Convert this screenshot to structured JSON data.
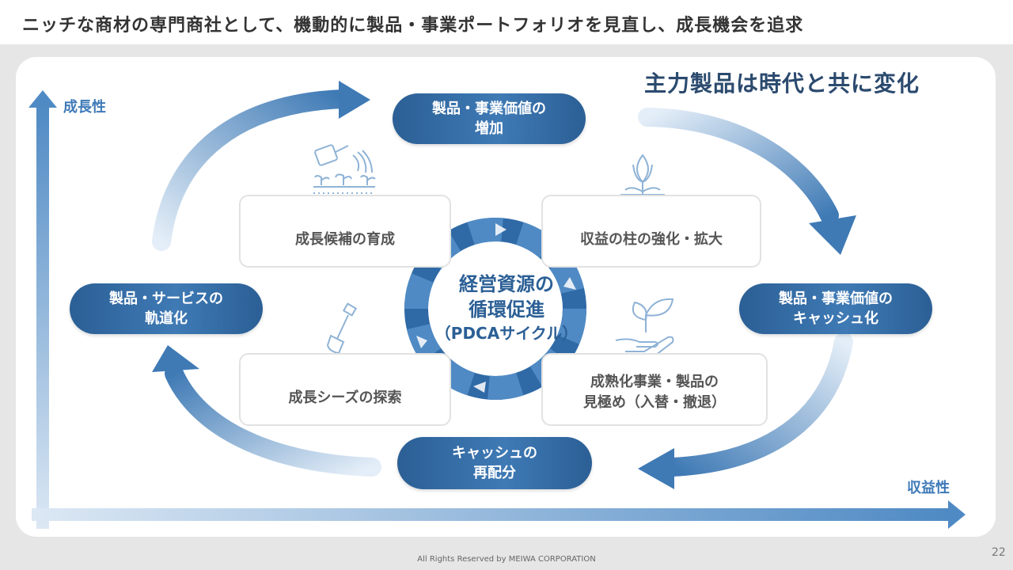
{
  "page_title": "ニッチな商材の専門商社として、機動的に製品・事業ポートフォリオを見直し、成長機会を追求",
  "headline": "主力製品は時代と共に変化",
  "axes": {
    "y_label": "成長性",
    "x_label": "収益性"
  },
  "pills": {
    "top": [
      "製品・事業価値の",
      "増加"
    ],
    "right": [
      "製品・事業価値の",
      "キャッシュ化"
    ],
    "bottom": [
      "キャッシュの",
      "再配分"
    ],
    "left": [
      "製品・サービスの",
      "軌道化"
    ]
  },
  "boxes": {
    "top_left": [
      "成長候補の育成"
    ],
    "top_right": [
      "収益の柱の強化・拡大"
    ],
    "bottom_left": [
      "成長シーズの探索"
    ],
    "bottom_right": [
      "成熟化事業・製品の",
      "見極め（入替・撤退）"
    ]
  },
  "center": {
    "line1": "経営資源の",
    "line2": "循環促進",
    "line3": "（PDCAサイクル）"
  },
  "icons": {
    "top_left": "watering-can-sprouts-icon",
    "top_right": "tulip-icon",
    "bottom_left": "shovel-icon",
    "bottom_right": "hand-holding-seedling-icon"
  },
  "colors": {
    "accent": "#2b5f95",
    "light_accent": "#9fc1e3",
    "panel": "#ffffff",
    "background": "#e6e6e6"
  },
  "footer": "All Rights Reserved by MEIWA CORPORATION",
  "page_number": "22"
}
